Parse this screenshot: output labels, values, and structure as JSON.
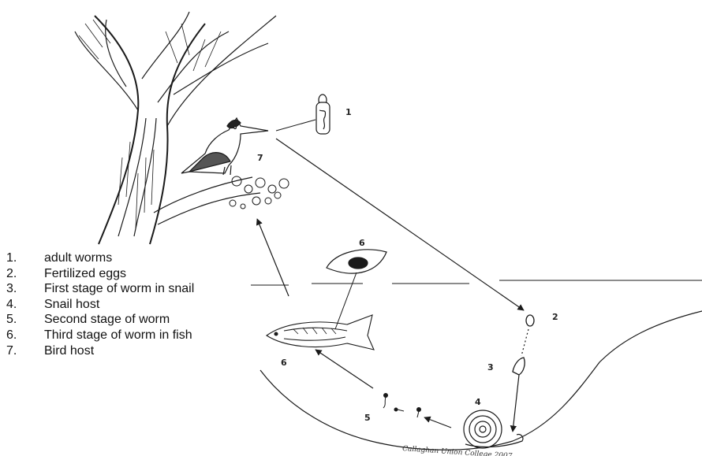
{
  "legend": [
    {
      "num": "1.",
      "text": "adult worms"
    },
    {
      "num": "2.",
      "text": "Fertilized eggs"
    },
    {
      "num": "3.",
      "text": "First stage of worm in snail"
    },
    {
      "num": "4.",
      "text": "Snail host"
    },
    {
      "num": "5.",
      "text": "Second stage of worm"
    },
    {
      "num": "6.",
      "text": "Third stage of worm in fish"
    },
    {
      "num": "7.",
      "text": "Bird host"
    }
  ],
  "diagram_labels": {
    "adult_worms": "1",
    "eggs": "2",
    "snail_stage": "3",
    "snail": "4",
    "second_stage": "5",
    "fish_cyst": "6",
    "fish": "6",
    "bird": "7"
  },
  "signature": "Callaghan  Union College  2007",
  "colors": {
    "ink": "#1a1a1a",
    "background": "#ffffff"
  }
}
